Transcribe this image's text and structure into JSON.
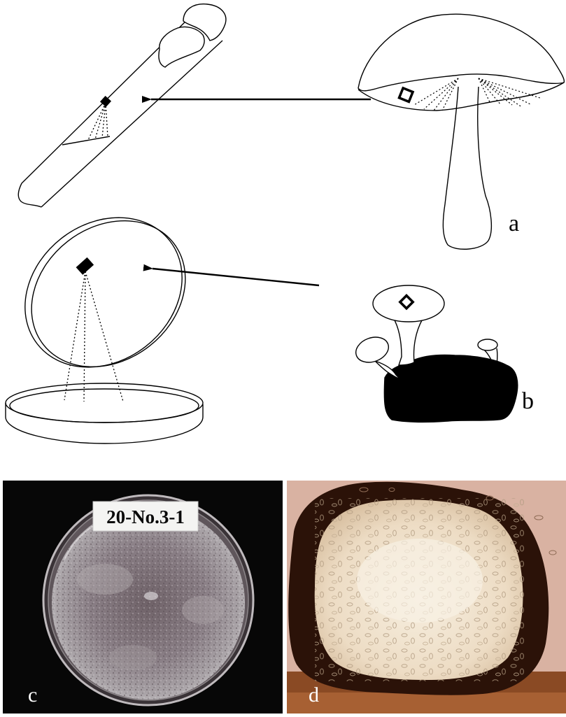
{
  "labels": {
    "a": "a",
    "b": "b",
    "c": "c",
    "d": "d"
  },
  "plate_label": "20-No.3-1",
  "colors": {
    "line": "#000000",
    "background": "#ffffff",
    "photo_background": "#070707",
    "culture_mycelium": "#8a7f86",
    "micro_background": "#d9b2a2",
    "micro_wall": "#2b1208",
    "micro_interior": "#f1e6d4"
  }
}
